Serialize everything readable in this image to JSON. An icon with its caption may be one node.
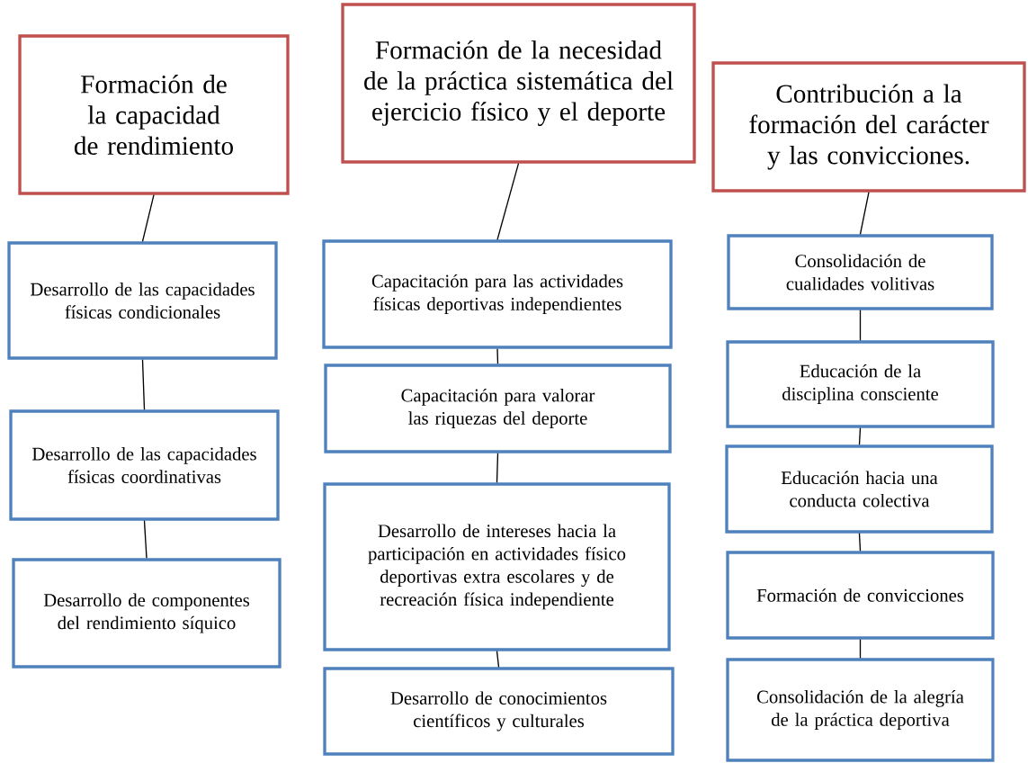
{
  "diagram": {
    "nodes": [
      {
        "text": [
          "Formación de la capacidad de rendimiento"
        ]
      },
      {
        "text": [
          "Desarrollo de las capacidades físicas condicionales"
        ]
      },
      {
        "text": [
          "Desarrollo de las capacidades físicas coordinativas"
        ]
      },
      {
        "text": [
          "Desarrollo de componentes del rendimiento síquico"
        ]
      },
      {
        "text": [
          "Formación de la necesidad de la práctica sistemática del ejercicio físico y el deporte"
        ]
      },
      {
        "text": [
          "Capacitación para las actividades físicas deportivas independientes"
        ]
      },
      {
        "text": [
          "Capacitación para valorar las riquezas del deporte"
        ]
      },
      {
        "text": [
          "Desarrollo de intereses hacia la participación en actividades físico deportivas extra escolares y de recreación física independiente"
        ]
      },
      {
        "text": [
          "Desarrollo de conocimientos científicos y culturales"
        ]
      },
      {
        "text": [
          "Contribución a la formación del carácter y las convicciones."
        ]
      },
      {
        "text": [
          "Consolidación de cualidades volitivas"
        ]
      },
      {
        "text": [
          "Educación de la disciplina consciente"
        ]
      },
      {
        "text": [
          "Educación hacia una conducta colectiva"
        ]
      },
      {
        "text": [
          "Formación de convicciones"
        ]
      },
      {
        "text": [
          "Consolidación de la alegría de la práctica deportiva"
        ]
      }
    ],
    "edges": [
      {
        "from": 0,
        "to": 1,
        "arrow": "none"
      },
      {
        "from": 1,
        "to": 2,
        "arrow": "none"
      },
      {
        "from": 2,
        "to": 3,
        "arrow": "none"
      },
      {
        "from": 4,
        "to": 5,
        "arrow": "none"
      },
      {
        "from": 5,
        "to": 6,
        "arrow": "none"
      },
      {
        "from": 6,
        "to": 7,
        "arrow": "none"
      },
      {
        "from": 7,
        "to": 8,
        "arrow": "none"
      },
      {
        "from": 9,
        "to": 10,
        "arrow": "none"
      },
      {
        "from": 10,
        "to": 11,
        "arrow": "none"
      },
      {
        "from": 11,
        "to": 12,
        "arrow": "none"
      },
      {
        "from": 12,
        "to": 13,
        "arrow": "none"
      },
      {
        "from": 13,
        "to": 14,
        "arrow": "none"
      }
    ]
  }
}
